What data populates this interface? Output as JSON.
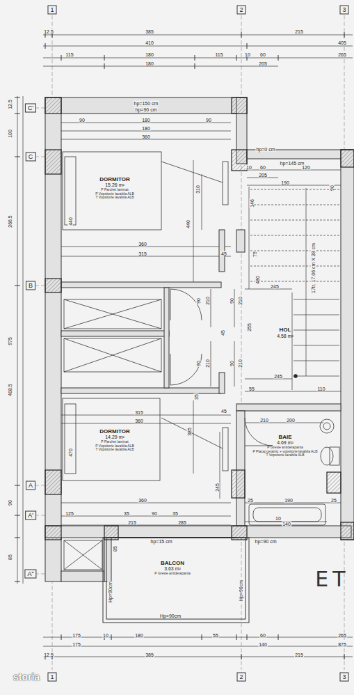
{
  "diagram": {
    "nodes": [
      {
        "text": [
          "DORMITOR",
          "15.26 m²",
          "P Parchet laminat",
          "P Vopsitorie lavabila ALB",
          "T Vopsitorie lavabila ALB"
        ]
      },
      {
        "text": [
          "HOL",
          "4.58 m²"
        ]
      },
      {
        "text": [
          "BAIE",
          "4.69 m²",
          "P Gresie antiderapanta",
          "P Placaj ceramic + vopsitorie lavabila ALB",
          "T Vopsitorie lavabila ALB"
        ]
      },
      {
        "text": [
          "DORMITOR",
          "14.29 m²",
          "P Parchet laminat",
          "P Vopsitorie lavabila ALB",
          "T Vopsitorie lavabila ALB"
        ]
      },
      {
        "text": [
          "BALCON",
          "3.63 m²",
          "P Gresie antiderapanta"
        ]
      }
    ],
    "labels": [
      "1",
      "2",
      "3",
      "12.5",
      "385",
      "215",
      "410",
      "405",
      "115",
      "180",
      "115",
      "10",
      "60",
      "265",
      "180",
      "205",
      "C'",
      "C",
      "B",
      "A",
      "A'",
      "A\"",
      "12.5",
      "100",
      "266.5",
      "975",
      "408.5",
      "90",
      "85",
      "hp=150 cm",
      "hp=90 cm",
      "90",
      "180",
      "90",
      "180",
      "360",
      "hp=0 cm",
      "hp=145 cm",
      "10",
      "60",
      "120",
      "205",
      "190",
      "440",
      "310",
      "440",
      "146",
      "90",
      "360",
      "315",
      "45",
      "79",
      "480",
      "17tr. 17.06 cm X 28 cm",
      "245",
      "90",
      "210",
      "90",
      "210",
      "45",
      "255",
      "90",
      "210",
      "90",
      "210",
      "245",
      "55",
      "110",
      "35",
      "315",
      "360",
      "45",
      "210",
      "200",
      "470",
      "385",
      "245",
      "360",
      "25",
      "190",
      "25",
      "125",
      "35",
      "90",
      "35",
      "215",
      "285",
      "10",
      "140",
      "85",
      "hp=15 cm",
      "hp=90 cm",
      "Hp=90cm",
      "Hp=90cm",
      "Hp=90cm",
      "175",
      "10",
      "180",
      "55",
      "60",
      "265",
      "175",
      "140",
      "875",
      "12.5",
      "385",
      "215",
      "1",
      "2",
      "3",
      "ET",
      "storia"
    ]
  }
}
